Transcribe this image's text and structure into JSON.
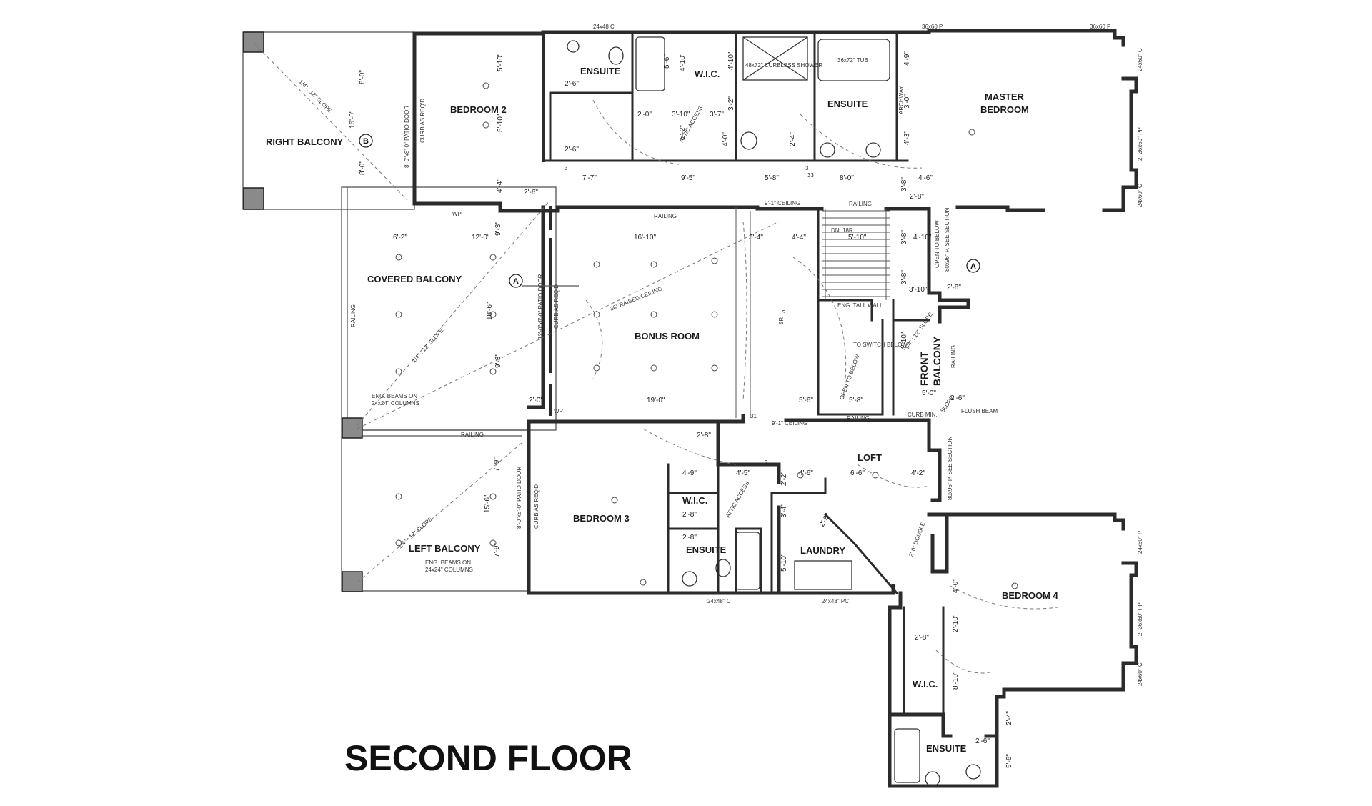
{
  "title": "SECOND FLOOR",
  "rooms": {
    "right_balcony": "RIGHT BALCONY",
    "bedroom2": "BEDROOM 2",
    "ensuite_top_left": "ENSUITE",
    "wic_top": "W.I.C.",
    "ensuite_master": "ENSUITE",
    "master_bedroom_l1": "MASTER",
    "master_bedroom_l2": "BEDROOM",
    "covered_balcony": "COVERED BALCONY",
    "bonus_room": "BONUS ROOM",
    "front_balcony_l1": "FRONT",
    "front_balcony_l2": "BALCONY",
    "loft": "LOFT",
    "bedroom3": "BEDROOM 3",
    "wic_bed3": "W.I.C.",
    "ensuite_bed3": "ENSUITE",
    "laundry": "LAUNDRY",
    "left_balcony": "LEFT BALCONY",
    "bedroom4": "BEDROOM 4",
    "wic_bed4": "W.I.C.",
    "ensuite_bed4": "ENSUITE"
  },
  "notes": {
    "railing_top": "RAILING",
    "railing_stair": "RAILING",
    "railing_left": "RAILING",
    "railing_mid": "RAILING",
    "railing_loft": "RAILING",
    "railing_front": "RAILING",
    "curbless_shower": "48x72\" CURBLESS SHOWER",
    "tub_master": "36x72\" TUB",
    "archway": "ARCHWAY",
    "attic_access_top": "ATTIC ACCESS",
    "attic_access_bed3": "ATTIC ACCESS",
    "ceiling_bonus": "9'-1\" CEILING",
    "ceiling_loft": "9'-1\" CEILING",
    "raised_ceiling": "36\" RAISED CEILING",
    "dn_18r": "DN. 18R",
    "eng_tall_wall": "ENG. TALL WALL",
    "to_switch_below": "TO SWITCH BELOW",
    "open_to_below_top": "OPEN TO BELOW",
    "open_to_below_mid": "OPEN TO BELOW",
    "see_section_1": "80x96\" P. SEE SECTION",
    "see_section_2": "80x96\" P. SEE SECTION",
    "flush_beam": "FLUSH BEAM",
    "curb_min": "CURB MIN.",
    "double_door": "2'-0\" DOUBLE",
    "patio_door_1": "8'-0\"x8'-0\" PATIO DOOR",
    "patio_door_2": "12'-0\"x8'-0\" PATIO DOOR",
    "patio_door_3": "8'-0\"x8'-0\" PATIO DOOR",
    "curb_1": "CURB AS REQ'D",
    "curb_2": "CURB AS REQ'D",
    "curb_3": "CURB AS REQ'D",
    "eng_beams_1_l1": "ENG. BEAMS ON",
    "eng_beams_1_l2": "24x24\" COLUMNS",
    "eng_beams_2_l1": "ENG. BEAMS ON",
    "eng_beams_2_l2": "24x24\" COLUMNS",
    "slope_1": "1/4\" : 12\" SLOPE",
    "slope_2": "1/4\" : 12\" SLOPE",
    "slope_3": "1/4\" : 12\" SLOPE",
    "slope_4": "1/4\" : 12\" SLOPE",
    "slope_5": "SLOPE",
    "win_24x48c_top": "24x48 C",
    "win_36x60p_1": "36x60 P",
    "win_36x60p_2": "36x60 P",
    "win_24x60c_1": "24x60\" C",
    "win_2_36x60_1": "2- 36x60\" PP",
    "win_24x60c_2": "24x60\" C",
    "win_24x48c_bot": "24x48\" C",
    "win_24x48pc": "24x48\" PC",
    "win_24x60p_3": "24x60\" P",
    "win_2_36x60_2": "2- 36x60\" PP",
    "win_24x60c_3": "24x60\" C",
    "wp_1": "WP",
    "wp_2": "WP",
    "sr": "SR",
    "s_mark": "S",
    "num_3_1": "3",
    "num_3_2": "3",
    "num_33": "33",
    "num_31": "31",
    "num_2": "2"
  },
  "bubbles": {
    "b1": "B",
    "a1": "A",
    "a2": "A"
  },
  "dims": {
    "d_8_0_a": "8'-0\"",
    "d_16_0": "16'-0\"",
    "d_8_0_b": "8'-0\"",
    "d_5_10_a": "5'-10\"",
    "d_5_10_b": "5'-10\"",
    "d_2_6_a": "2'-6\"",
    "d_2_6_b": "2'-6\"",
    "d_2_6_c": "2'-6\"",
    "d_5_6": "5'-6\"",
    "d_4_10_a": "4'-10\"",
    "d_4_10_b": "4'-10\"",
    "d_4_9": "4'-9\"",
    "d_2_0_a": "2'-0\"",
    "d_3_10": "3'-10\"",
    "d_3_7": "3'-7\"",
    "d_3_2": "3'-2\"",
    "d_5_2": "5'-2\"",
    "d_4_0": "4'-0\"",
    "d_2_4": "2'-4\"",
    "d_3_0": "3'-0\"",
    "d_4_3": "4'-3\"",
    "d_7_7": "7'-7\"",
    "d_9_5": "9'-5\"",
    "d_5_8_a": "5'-8\"",
    "d_8_0_c": "8'-0\"",
    "d_4_6": "4'-6\"",
    "d_4_4": "4'-4\"",
    "d_3_8_a": "3'-8\"",
    "d_2_8_a": "2'-8\"",
    "d_6_2": "6'-2\"",
    "d_12_0": "12'-0\"",
    "d_9_3_a": "9'-3\"",
    "d_16_10": "16'-10\"",
    "d_3_4_a": "3'-4\"",
    "d_4_4_b": "4'-4\"",
    "d_5_10_c": "5'-10\"",
    "d_3_8_b": "3'-8\"",
    "d_4_10_c": "4'-10\"",
    "d_3_8_c": "3'-8\"",
    "d_3_10_b": "3'-10\"",
    "d_2_8_b": "2'-8\"",
    "d_18_6": "18'-6\"",
    "d_9_3_b": "9'-3\"",
    "d_2_0_b": "2'-0\"",
    "d_19_0": "19'-0\"",
    "d_5_6_b": "5'-6\"",
    "d_5_8_b": "5'-8\"",
    "d_4_10_d": "4'-10\"",
    "d_5_0": "5'-0\"",
    "d_2_6_d": "2'-6\"",
    "d_2_8_c": "2'-8\"",
    "d_4_9_b": "4'-9\"",
    "d_4_5": "4'-5\"",
    "d_2_2": "2'-2\"",
    "d_4_6_b": "4'-6\"",
    "d_6_6": "6'-6\"",
    "d_4_2": "4'-2\"",
    "d_7_9_a": "7'-9\"",
    "d_15_6": "15'-6\"",
    "d_7_9_b": "7'-9\"",
    "d_2_8_d": "2'-8\"",
    "d_2_8_e": "2'-8\"",
    "d_3_4_b": "3'-4\"",
    "d_5_10_d": "5'-10\"",
    "d_2_8_f": "2'-8\"",
    "d_2_10": "2'-10\"",
    "d_4_0_b": "4'-0\"",
    "d_2_8_g": "2'-8\"",
    "d_8_10": "8'-10\"",
    "d_2_6_e": "2'-6\"",
    "d_2_4_b": "2'-4\"",
    "d_5_6_c": "5'-6\""
  }
}
